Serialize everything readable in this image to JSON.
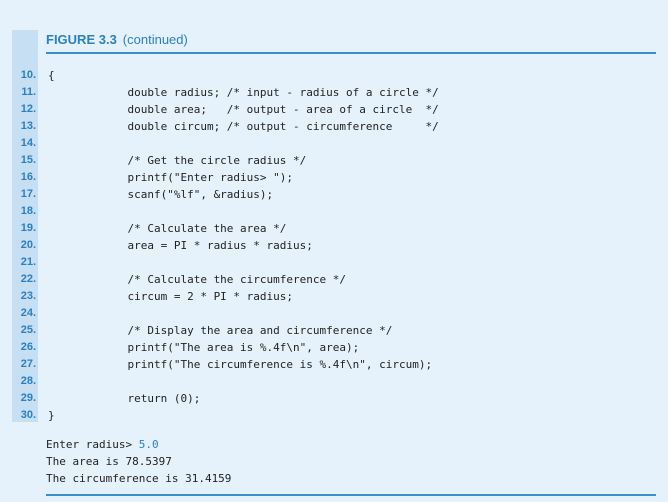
{
  "figure": {
    "number": "FIGURE 3.3",
    "note": "(continued)"
  },
  "code": [
    {
      "num": "10.",
      "text": "{"
    },
    {
      "num": "11.",
      "text": "            double radius; /* input - radius of a circle */"
    },
    {
      "num": "12.",
      "text": "            double area;   /* output - area of a circle  */"
    },
    {
      "num": "13.",
      "text": "            double circum; /* output - circumference     */"
    },
    {
      "num": "14.",
      "text": ""
    },
    {
      "num": "15.",
      "text": "            /* Get the circle radius */"
    },
    {
      "num": "16.",
      "text": "            printf(\"Enter radius> \");"
    },
    {
      "num": "17.",
      "text": "            scanf(\"%lf\", &radius);"
    },
    {
      "num": "18.",
      "text": ""
    },
    {
      "num": "19.",
      "text": "            /* Calculate the area */"
    },
    {
      "num": "20.",
      "text": "            area = PI * radius * radius;"
    },
    {
      "num": "21.",
      "text": ""
    },
    {
      "num": "22.",
      "text": "            /* Calculate the circumference */"
    },
    {
      "num": "23.",
      "text": "            circum = 2 * PI * radius;"
    },
    {
      "num": "24.",
      "text": ""
    },
    {
      "num": "25.",
      "text": "            /* Display the area and circumference */"
    },
    {
      "num": "26.",
      "text": "            printf(\"The area is %.4f\\n\", area);"
    },
    {
      "num": "27.",
      "text": "            printf(\"The circumference is %.4f\\n\", circum);"
    },
    {
      "num": "28.",
      "text": ""
    },
    {
      "num": "29.",
      "text": "            return (0);"
    },
    {
      "num": "30.",
      "text": "}"
    }
  ],
  "output": {
    "prompt": "Enter radius> ",
    "input": "5.0",
    "area_line": "The area is 78.5397",
    "circum_line": "The circumference is 31.4159"
  },
  "colors": {
    "accent": "#2b7fc3",
    "gutter": "#c7dff2",
    "page_background": "#e5f2fb"
  }
}
